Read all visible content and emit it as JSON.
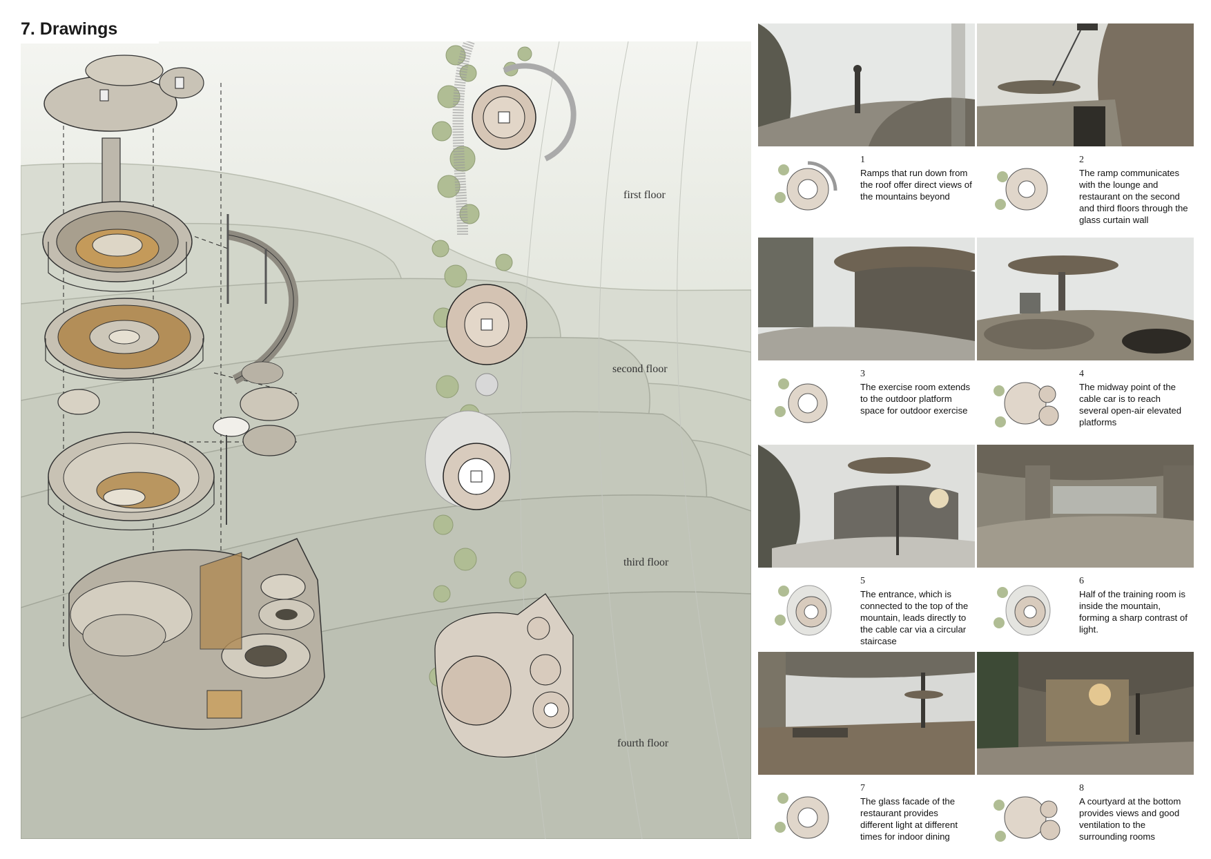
{
  "title": "7. Drawings",
  "floor_labels": [
    {
      "id": "first",
      "text": "first floor"
    },
    {
      "id": "second",
      "text": "second floor"
    },
    {
      "id": "third",
      "text": "third floor"
    },
    {
      "id": "fourth",
      "text": "fourth floor"
    }
  ],
  "views": [
    {
      "number": "1",
      "caption": "Ramps that run down from the roof offer direct views of the mountains beyond"
    },
    {
      "number": "2",
      "caption": "The ramp communicates with the lounge and restaurant on the second and third floors through the glass curtain wall"
    },
    {
      "number": "3",
      "caption": "The exercise room extends to the outdoor platform space for outdoor exercise"
    },
    {
      "number": "4",
      "caption": "The midway point of the cable car is to reach several open-air elevated platforms"
    },
    {
      "number": "5",
      "caption": "The entrance, which is connected to the top of the mountain, leads directly to the cable car via a circular staircase"
    },
    {
      "number": "6",
      "caption": "Half of the training room is inside the mountain, forming a sharp contrast of light."
    },
    {
      "number": "7",
      "caption": "The glass facade of the restaurant provides different light at different times for indoor dining"
    },
    {
      "number": "8",
      "caption": "A courtyard at the bottom provides views and good ventilation to the surrounding rooms"
    }
  ],
  "colors": {
    "terrain": "#c9cdc1",
    "terrain_light": "#dfe2d8",
    "concrete": "#a8a49a",
    "wood": "#b08b55",
    "tree": "#a9b78c",
    "sky": "#e8ebea"
  }
}
